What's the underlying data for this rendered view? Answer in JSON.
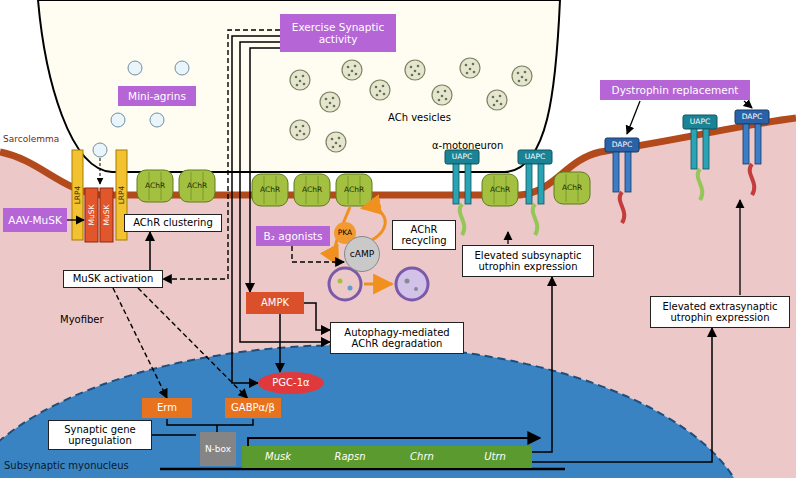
{
  "diagram": {
    "nodes": [
      {
        "text": [
          "Mini-agrins"
        ]
      },
      {
        "text": [
          "Exercise Synaptic activity"
        ]
      },
      {
        "text": [
          "Dystrophin replacement"
        ]
      },
      {
        "text": [
          "AAV-MuSK"
        ]
      },
      {
        "text": [
          "MuSK activation"
        ]
      },
      {
        "text": [
          "AChR clustering"
        ]
      },
      {
        "text": [
          "B₂ agonists"
        ]
      },
      {
        "text": [
          "PKA"
        ]
      },
      {
        "text": [
          "cAMP"
        ]
      },
      {
        "text": [
          "AChR recycling"
        ]
      },
      {
        "text": [
          "AMPK"
        ]
      },
      {
        "text": [
          "Autophagy-mediated AChR degradation"
        ]
      },
      {
        "text": [
          "Elevated subsynaptic utrophin expression"
        ]
      },
      {
        "text": [
          "Elevated extrasynaptic utrophin expression"
        ]
      },
      {
        "text": [
          "PGC-1α"
        ]
      },
      {
        "text": [
          "Erm"
        ]
      },
      {
        "text": [
          "GABPα/β"
        ]
      },
      {
        "text": [
          "Synaptic gene upregulation"
        ]
      },
      {
        "text": [
          "N-box"
        ]
      },
      {
        "text": [
          "Musk"
        ]
      },
      {
        "text": [
          "Rapsn"
        ]
      },
      {
        "text": [
          "Chrn"
        ]
      },
      {
        "text": [
          "Utrn"
        ]
      }
    ],
    "edges": [
      {
        "from": 1,
        "to": 4,
        "arrow": "to"
      },
      {
        "from": 1,
        "to": 10,
        "arrow": "to"
      },
      {
        "from": 1,
        "to": 11,
        "arrow": "to"
      },
      {
        "from": 1,
        "to": 14,
        "arrow": "to"
      },
      {
        "from": 4,
        "to": 5,
        "arrow": "to"
      },
      {
        "from": 4,
        "to": 15,
        "arrow": "to"
      },
      {
        "from": 4,
        "to": 16,
        "arrow": "to"
      },
      {
        "from": 6,
        "to": 8,
        "arrow": "to"
      },
      {
        "from": 10,
        "to": 11,
        "arrow": "to"
      },
      {
        "from": 10,
        "to": 14,
        "arrow": "to"
      },
      {
        "from": 22,
        "to": 12,
        "arrow": "to"
      },
      {
        "from": 22,
        "to": 13,
        "arrow": "to"
      }
    ],
    "labels": [
      "α-motoneuron",
      "ACh vesicles",
      "Sarcolemma",
      "Myofiber",
      "Subsynaptic myonucleus",
      "LRP4",
      "MuSK",
      "MuSK",
      "LRP4",
      "AChR",
      "AChR",
      "AChR",
      "AChR",
      "AChR",
      "UAPC",
      "AChR",
      "UAPC",
      "AChR",
      "DAPC",
      "UAPC",
      "DAPC"
    ]
  }
}
